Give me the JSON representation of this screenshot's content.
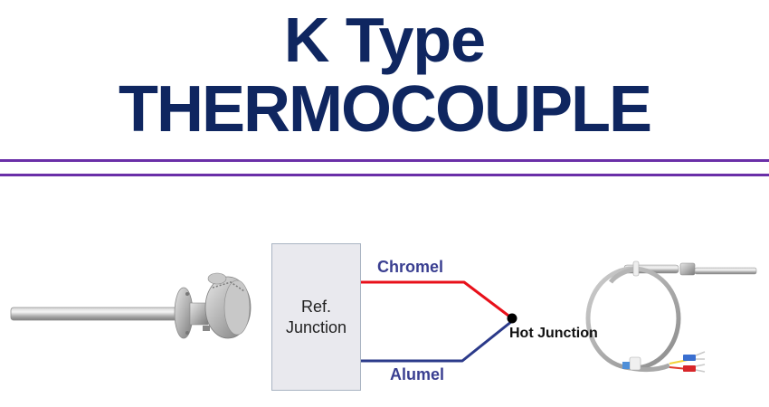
{
  "title": {
    "line1": "K Type",
    "line2": "THERMOCOUPLE"
  },
  "colors": {
    "title": "#0f2660",
    "rule": "#6a2fa8",
    "chromel_wire": "#e8101a",
    "alumel_wire": "#2b3a8a",
    "wire_label": "#3a3f91",
    "junction_dot": "#000000"
  },
  "diagram": {
    "reference_box": {
      "line1": "Ref.",
      "line2": "Junction"
    },
    "wires": [
      {
        "name": "Chromel",
        "color": "#e8101a"
      },
      {
        "name": "Alumel",
        "color": "#2b3a8a"
      }
    ],
    "hot_junction_label": "Hot Junction"
  },
  "images": {
    "left": "industrial thermocouple probe with flange and connection head",
    "right": "thermocouple probe with braided cable and spade terminals"
  }
}
